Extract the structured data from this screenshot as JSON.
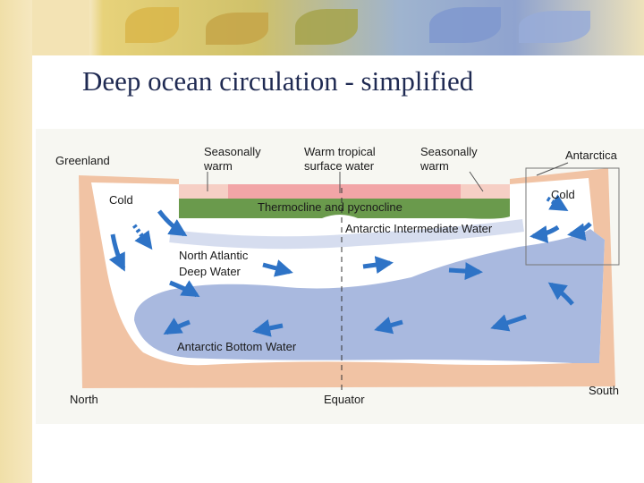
{
  "title": "Deep ocean circulation - simplified",
  "diagram": {
    "labels": {
      "greenland": "Greenland",
      "seasonally_warm_left": [
        "Seasonally",
        "warm"
      ],
      "warm_tropical": [
        "Warm tropical",
        "surface water"
      ],
      "seasonally_warm_right": [
        "Seasonally",
        "warm"
      ],
      "antarctica": "Antarctica",
      "cold_left": "Cold",
      "cold_right": "Cold",
      "thermocline": "Thermocline and pycnocline",
      "antarctic_intermediate": "Antarctic Intermediate Water",
      "nadw": [
        "North Atlantic",
        "Deep Water"
      ],
      "aabw": "Antarctic Bottom Water",
      "north": "North",
      "equator": "Equator",
      "south": "South"
    },
    "colors": {
      "background": "#f7f7f2",
      "land": "#f1c3a4",
      "warm_surface": "#f2a5a7",
      "seasonal_surface": "#f6cfc5",
      "thermocline": "#6a9a4c",
      "deep_water": "#ffffff",
      "bottom_water": "#a9b9df",
      "arrow": "#2e73c6"
    }
  }
}
